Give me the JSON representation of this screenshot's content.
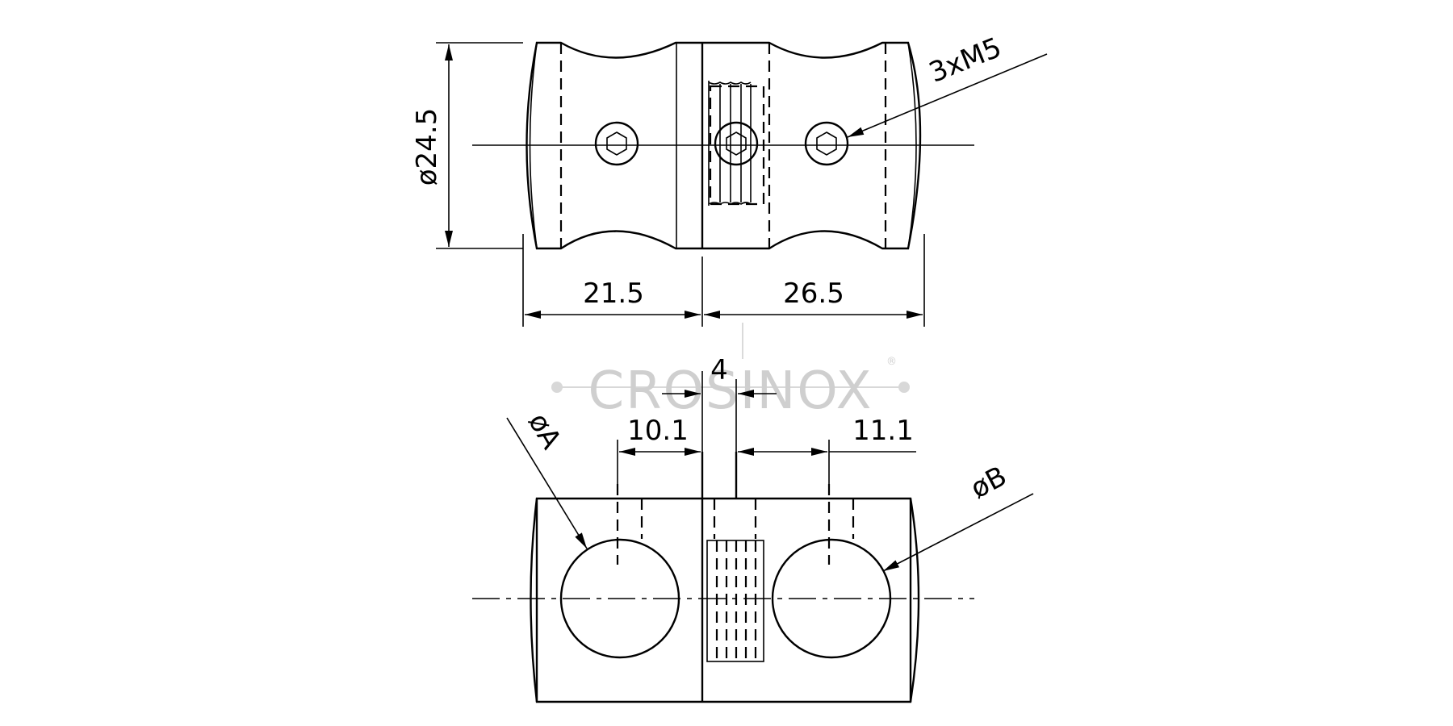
{
  "drawing": {
    "top_view": {
      "diameter_label": "ø24.5",
      "left_length": "21.5",
      "right_length": "26.5",
      "screw_callout": "3xM5"
    },
    "section_view": {
      "gap_width": "4",
      "left_offset": "10.1",
      "right_offset": "11.1",
      "bore_a_label": "øA",
      "bore_b_label": "øB"
    }
  },
  "watermark": {
    "brand": "CROSINOX",
    "registered_mark": "®"
  }
}
